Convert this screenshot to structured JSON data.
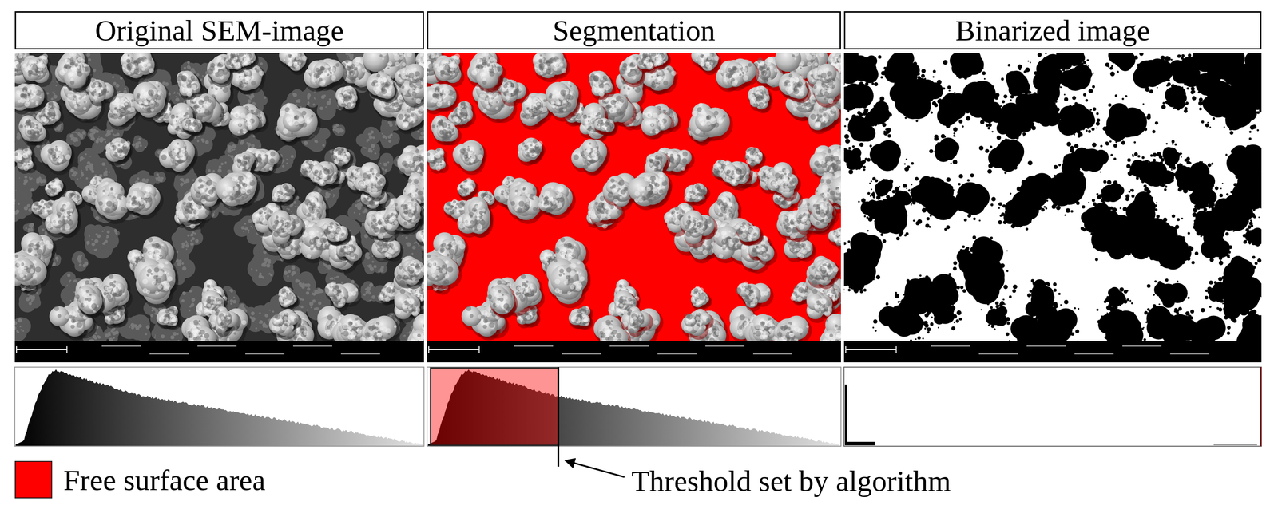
{
  "diagram": {
    "nodes": [
      {
        "text": [
          "Original SEM-image"
        ]
      },
      {
        "text": [
          "Segmentation"
        ]
      },
      {
        "text": [
          "Binarized image"
        ]
      }
    ],
    "labels": [
      "Threshold set by algorithm"
    ],
    "legend": [
      {
        "text": "Free surface area",
        "color": "#ff0000"
      }
    ]
  }
}
